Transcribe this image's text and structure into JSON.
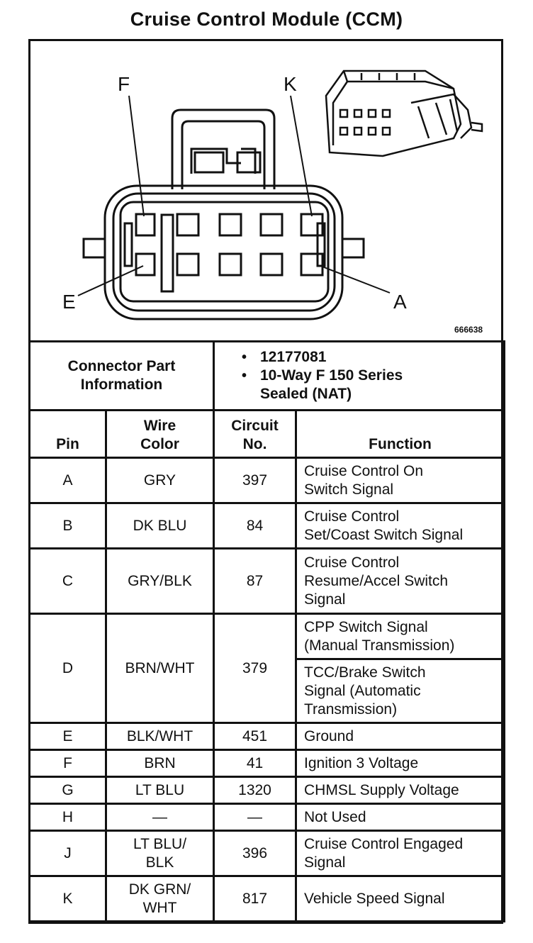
{
  "title": "Cruise Control Module (CCM)",
  "diagram": {
    "pin_labels": {
      "F": "F",
      "K": "K",
      "E": "E",
      "A": "A"
    },
    "figure_number": "666638"
  },
  "connector_info": {
    "label_line1": "Connector Part",
    "label_line2": "Information",
    "bullets": [
      "12177081",
      "10-Way F 150 Series",
      "Sealed (NAT)"
    ]
  },
  "table": {
    "headers": {
      "pin": "Pin",
      "wire_color_line1": "Wire",
      "wire_color_line2": "Color",
      "circuit_line1": "Circuit",
      "circuit_line2": "No.",
      "function": "Function"
    },
    "rows": [
      {
        "pin": "A",
        "wire": [
          "GRY"
        ],
        "circuit": "397",
        "function": [
          "Cruise Control On",
          "Switch Signal"
        ]
      },
      {
        "pin": "B",
        "wire": [
          "DK BLU"
        ],
        "circuit": "84",
        "function": [
          "Cruise Control",
          "Set/Coast Switch Signal"
        ]
      },
      {
        "pin": "C",
        "wire": [
          "GRY/BLK"
        ],
        "circuit": "87",
        "function": [
          "Cruise Control",
          "Resume/Accel Switch",
          "Signal"
        ]
      },
      {
        "pin": "D",
        "wire": [
          "BRN/WHT"
        ],
        "circuit": "379",
        "function": [
          "CPP Switch Signal",
          "(Manual Transmission)"
        ],
        "function2": [
          "TCC/Brake Switch",
          "Signal (Automatic",
          "Transmission)"
        ]
      },
      {
        "pin": "E",
        "wire": [
          "BLK/WHT"
        ],
        "circuit": "451",
        "function": [
          "Ground"
        ]
      },
      {
        "pin": "F",
        "wire": [
          "BRN"
        ],
        "circuit": "41",
        "function": [
          "Ignition 3 Voltage"
        ]
      },
      {
        "pin": "G",
        "wire": [
          "LT BLU"
        ],
        "circuit": "1320",
        "function": [
          "CHMSL Supply Voltage"
        ]
      },
      {
        "pin": "H",
        "wire": [
          "—"
        ],
        "circuit": "—",
        "function": [
          "Not Used"
        ]
      },
      {
        "pin": "J",
        "wire": [
          "LT BLU/",
          "BLK"
        ],
        "circuit": "396",
        "function": [
          "Cruise Control Engaged",
          "Signal"
        ]
      },
      {
        "pin": "K",
        "wire": [
          "DK GRN/",
          "WHT"
        ],
        "circuit": "817",
        "function": [
          "Vehicle Speed Signal"
        ]
      }
    ]
  }
}
